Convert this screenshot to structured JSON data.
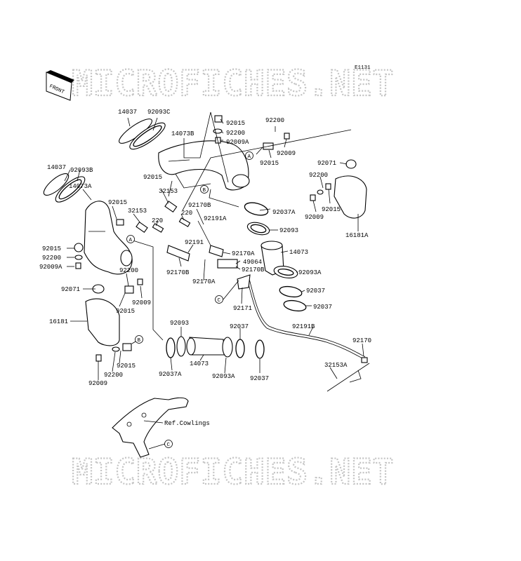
{
  "diagram_code": "E1131",
  "watermark": "MICROFICHES.NET",
  "front_label": "FRONT",
  "ref_note": "Ref.Cowlings",
  "callouts": [
    "A",
    "B",
    "C"
  ],
  "parts": {
    "p14037_top": "14037",
    "p92093C": "92093C",
    "p14073B": "14073B",
    "p92015_t1": "92015",
    "p92200_t1": "92200",
    "p92009A_t1": "92009A",
    "p92200_t2": "92200",
    "p92009_t2": "92009",
    "p92015_t2": "92015",
    "p92071_r": "92071",
    "p92200_r": "92200",
    "p92015_r": "92015",
    "p92009_r": "92009",
    "p16181A": "16181A",
    "p14037_l": "14037",
    "p92093B": "92093B",
    "p14073A": "14073A",
    "p92015_mid": "92015",
    "p32153_a": "32153",
    "p220_a": "220",
    "p92170B_a": "92170B",
    "p92015_l2": "92015",
    "p32153_b": "32153",
    "p220_b": "220",
    "p92191A": "92191A",
    "p92037A_r": "92037A",
    "p92093_r": "92093",
    "p14073_r": "14073",
    "p92093A_r": "92093A",
    "p92037_r1": "92037",
    "p92037_r2": "92037",
    "p92015_l3": "92015",
    "p92200_l3": "92200",
    "p92009A_l3": "92009A",
    "p92191": "92191",
    "p92170A_a": "92170A",
    "p49064": "49064",
    "p92170B_b": "92170B",
    "p92170B_c": "92170B",
    "p92170A_b": "92170A",
    "p92200_l4": "92200",
    "p92071_l": "92071",
    "p92009_l4": "92009",
    "p92015_l4": "92015",
    "p16181": "16181",
    "p92171": "92171",
    "p92191B": "92191B",
    "p92170_r": "92170",
    "p32153A": "32153A",
    "p92093_b": "92093",
    "p92037_b": "92037",
    "p92015_b": "92015",
    "p92200_b": "92200",
    "p92009_b": "92009",
    "p92037A_b": "92037A",
    "p14073_b": "14073",
    "p92093A_b": "92093A",
    "p92037_b2": "92037"
  }
}
